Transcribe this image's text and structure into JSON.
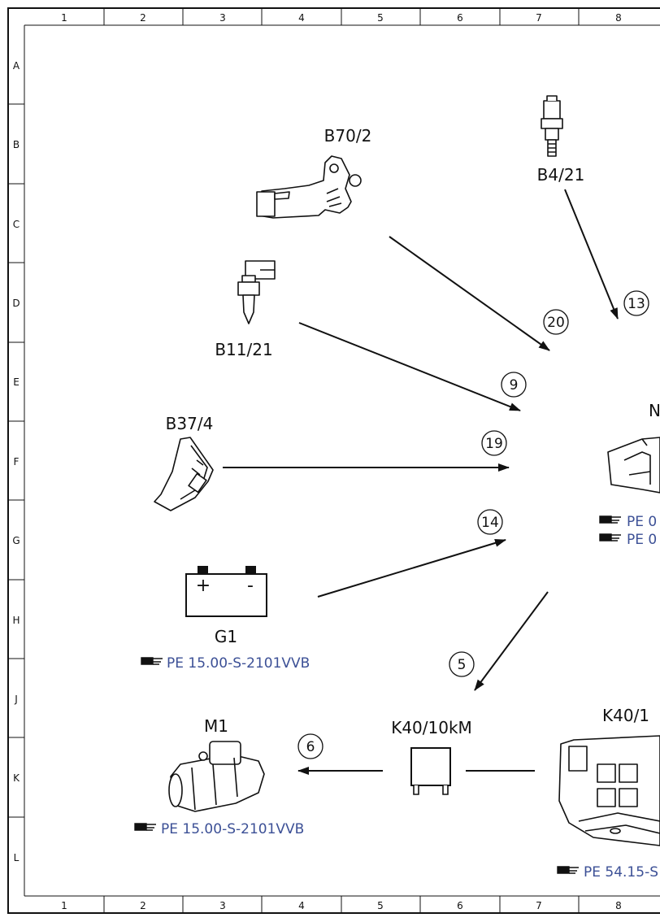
{
  "grid": {
    "columns": [
      "1",
      "2",
      "3",
      "4",
      "5",
      "6",
      "7",
      "8"
    ],
    "rows": [
      "A",
      "B",
      "C",
      "D",
      "E",
      "F",
      "G",
      "H",
      "J",
      "K",
      "L"
    ]
  },
  "components": {
    "b70_2": {
      "label": "B70/2"
    },
    "b4_21": {
      "label": "B4/21"
    },
    "b11_21": {
      "label": "B11/21"
    },
    "b37_4": {
      "label": "B37/4"
    },
    "g1": {
      "label": "G1",
      "ref": "PE 15.00-S-2101VVB"
    },
    "m1": {
      "label": "M1",
      "ref": "PE 15.00-S-2101VVB"
    },
    "k40_10km": {
      "label": "K40/10kM"
    },
    "k40_1": {
      "label": "K40/1",
      "ref": "PE 54.15-S"
    },
    "control_unit": {
      "label": "N",
      "ref1": "PE 0",
      "ref2": "PE 0"
    }
  },
  "battery": {
    "plus": "+",
    "minus": "-"
  },
  "connections": {
    "c20": "20",
    "c13": "13",
    "c9": "9",
    "c19": "19",
    "c14": "14",
    "c5": "5",
    "c6": "6"
  },
  "colors": {
    "ref_text": "#3c5096",
    "line": "#111111"
  }
}
